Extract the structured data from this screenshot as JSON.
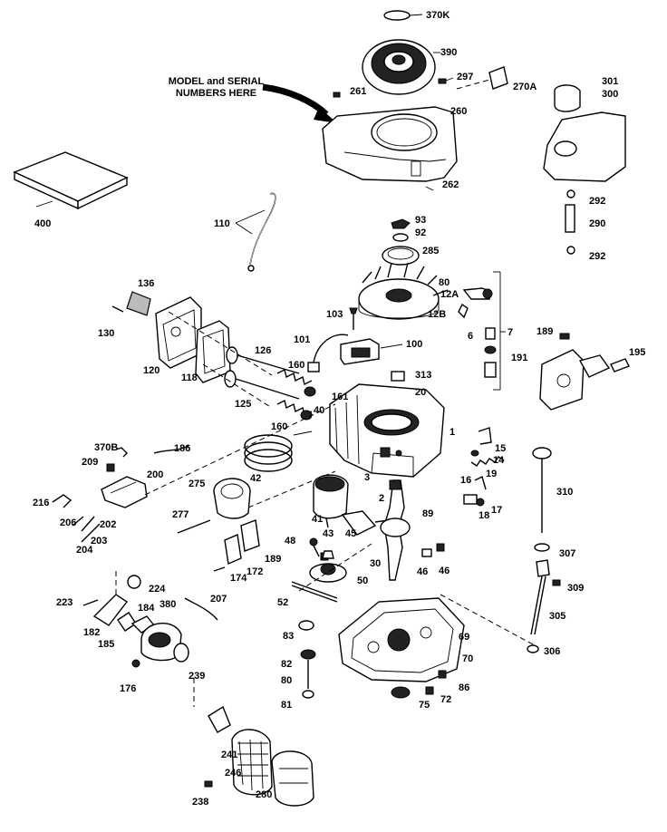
{
  "note": {
    "line1": "MODEL and SERIAL",
    "line2": "NUMBERS HERE"
  },
  "callouts": [
    "370K",
    "390",
    "297",
    "270A",
    "261",
    "260",
    "262",
    "301",
    "300",
    "292",
    "290",
    "292",
    "400",
    "110",
    "93",
    "92",
    "285",
    "80",
    "12A",
    "12B",
    "7",
    "6",
    "136",
    "130",
    "120",
    "118",
    "103",
    "101",
    "100",
    "126",
    "125",
    "160",
    "161",
    "160",
    "40",
    "42",
    "313",
    "20",
    "1",
    "189",
    "191",
    "195",
    "370B",
    "186",
    "209",
    "200",
    "216",
    "206",
    "202",
    "203",
    "204",
    "275",
    "277",
    "174",
    "172",
    "189",
    "15",
    "14",
    "19",
    "16",
    "17",
    "18",
    "310",
    "41",
    "43",
    "45",
    "3",
    "2",
    "89",
    "48",
    "46",
    "46",
    "30",
    "50",
    "307",
    "309",
    "224",
    "207",
    "223",
    "182",
    "185",
    "184",
    "380",
    "176",
    "239",
    "52",
    "83",
    "82",
    "80",
    "81",
    "69",
    "70",
    "86",
    "72",
    "75",
    "305",
    "306",
    "241",
    "246",
    "238",
    "280"
  ]
}
